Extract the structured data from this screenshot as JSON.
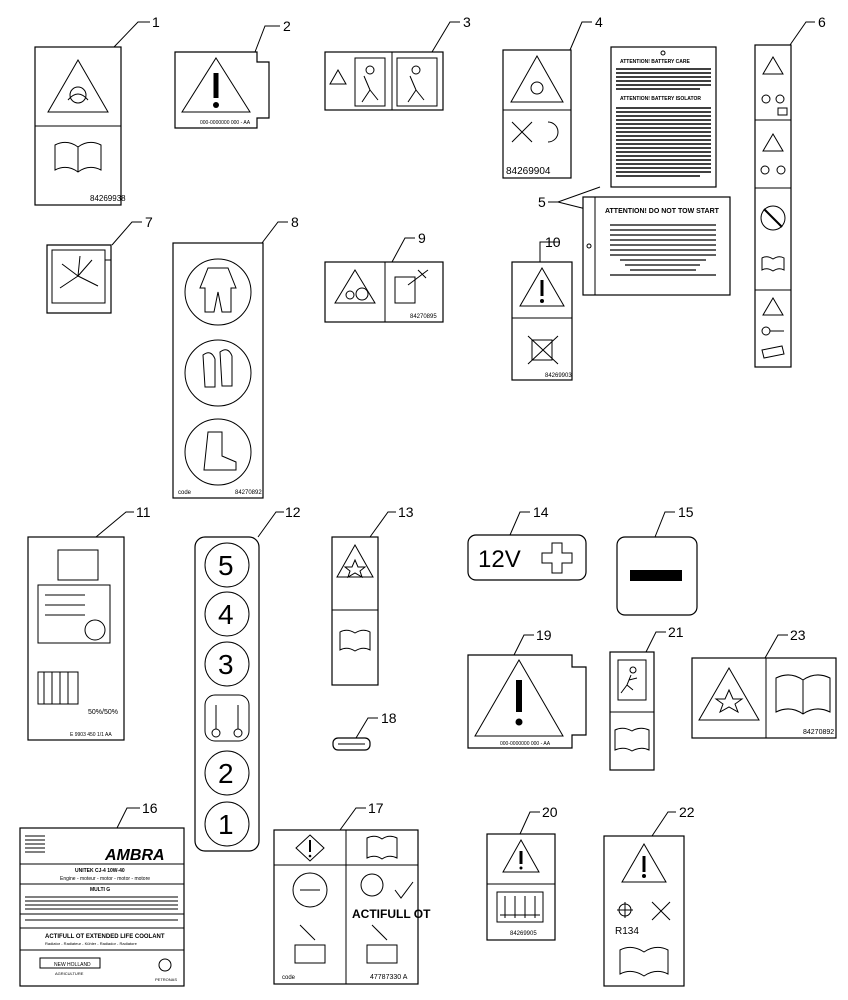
{
  "callouts": {
    "n1": "1",
    "n2": "2",
    "n3": "3",
    "n4": "4",
    "n5": "5",
    "n6": "6",
    "n7": "7",
    "n8": "8",
    "n9": "9",
    "n10": "10",
    "n11": "11",
    "n12": "12",
    "n13": "13",
    "n14": "14",
    "n15": "15",
    "n16": "16",
    "n17": "17",
    "n18": "18",
    "n19": "19",
    "n20": "20",
    "n21": "21",
    "n22": "22",
    "n23": "23"
  },
  "decals": {
    "d1_code": "84269938",
    "d2_code": "000-0000000 000 - AA",
    "d4_code": "84269904",
    "d5a_heading1": "ATTENTION! BATTERY CARE",
    "d5a_heading2": "ATTENTION! BATTERY ISOLATOR",
    "d5b_heading": "ATTENTION! DO NOT TOW START",
    "d8_left": "code",
    "d8_code": "84270892",
    "d9_code": "84270895",
    "d10_code": "84269903",
    "d11_code": "E 9903 450 1/1 AA",
    "d11_ratio": "50%/50%",
    "d12_n5": "5",
    "d12_n4": "4",
    "d12_n3": "3",
    "d12_n2": "2",
    "d12_n1": "1",
    "d14_text": "12V",
    "d16_brand": "AMBRA",
    "d16_product": "UNITEK CJ-4 10W-40",
    "d16_line1": "Engine - moteur - motor - motor - motore",
    "d16_line2": "MULTI G",
    "d16_line3": "ACTIFULL OT EXTENDED LIFE COOLANT",
    "d16_line4": "Radiator - Radiateur - Kühler - Radiador - Radiatore",
    "d16_logo": "NEW HOLLAND",
    "d16_logo_sub": "AGRICULTURE",
    "d16_petronas": "PETRONAS",
    "d17_text": "ACTIFULL OT",
    "d17_left": "code",
    "d17_code": "47787330 A",
    "d19_code": "000-0000000 000 - AA",
    "d20_code": "84269905",
    "d22_text": "R134",
    "d23_code": "84270892"
  }
}
